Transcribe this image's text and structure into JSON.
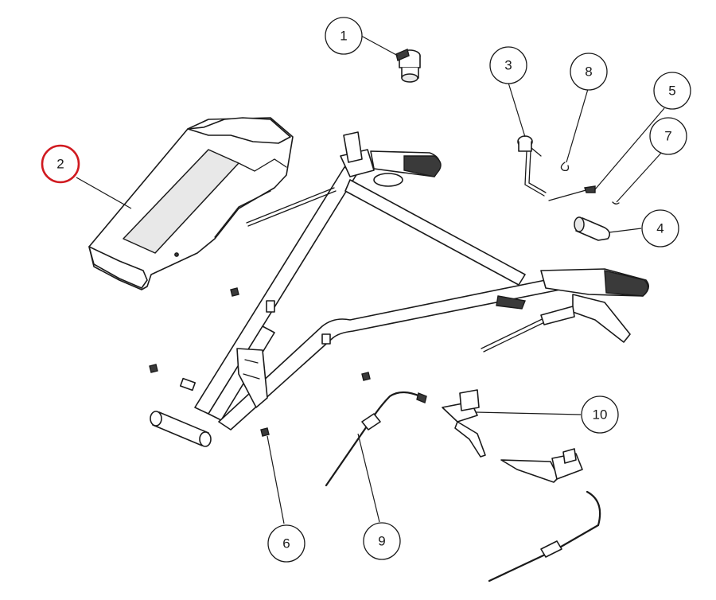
{
  "callouts": [
    {
      "id": "1",
      "label": "1",
      "highlighted": false
    },
    {
      "id": "2",
      "label": "2",
      "highlighted": true
    },
    {
      "id": "3",
      "label": "3",
      "highlighted": false
    },
    {
      "id": "4",
      "label": "4",
      "highlighted": false
    },
    {
      "id": "5",
      "label": "5",
      "highlighted": false
    },
    {
      "id": "6",
      "label": "6",
      "highlighted": false
    },
    {
      "id": "7",
      "label": "7",
      "highlighted": false
    },
    {
      "id": "8",
      "label": "8",
      "highlighted": false
    },
    {
      "id": "9",
      "label": "9",
      "highlighted": false
    },
    {
      "id": "10",
      "label": "10",
      "highlighted": false
    }
  ],
  "colors": {
    "line": "#1a1a1a",
    "background": "#ffffff",
    "highlight": "#d0191f"
  }
}
